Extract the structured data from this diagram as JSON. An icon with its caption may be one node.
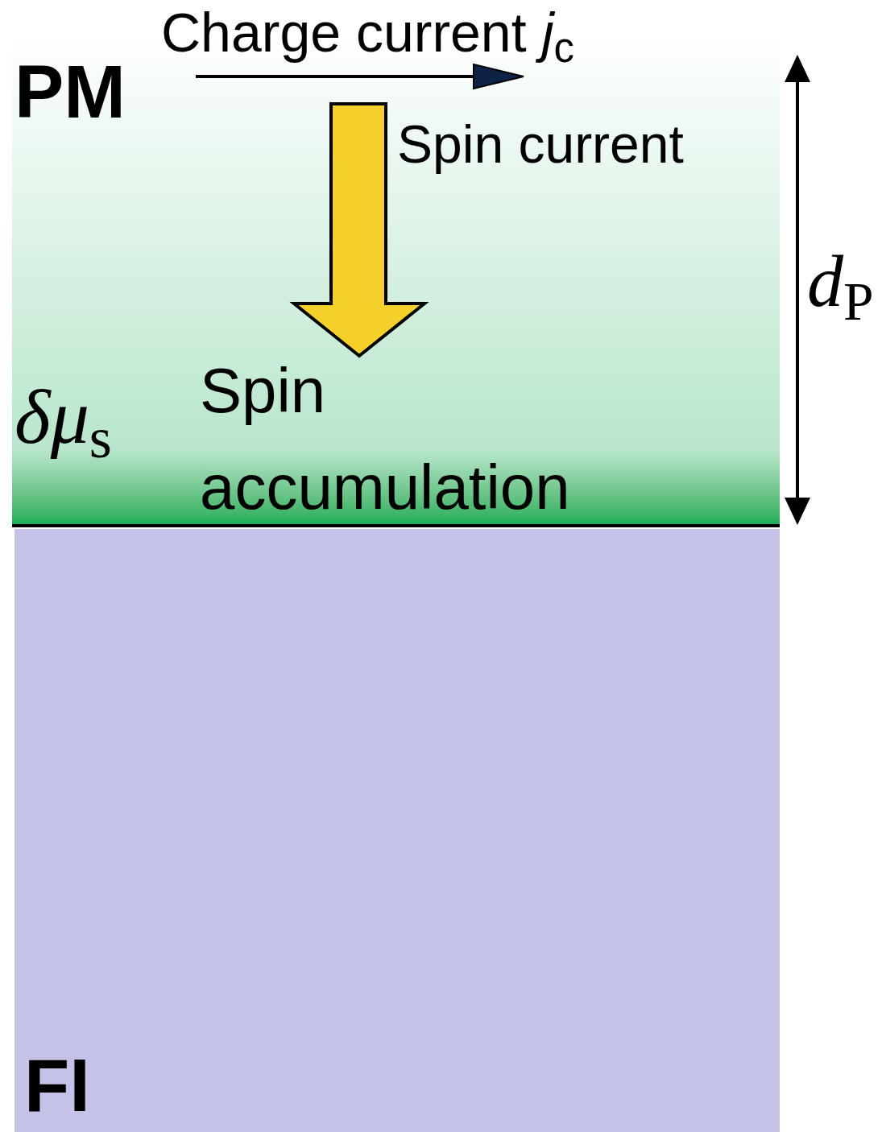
{
  "diagram": {
    "nodes": [
      {
        "text": [
          "PM"
        ]
      },
      {
        "text": [
          "FI"
        ]
      }
    ],
    "labels": [
      "Charge current *j*$_{c}$",
      "Spin current",
      "Spin accumulation",
      "*δμ*$_{s}$",
      "*d*$_{P}$"
    ]
  }
}
